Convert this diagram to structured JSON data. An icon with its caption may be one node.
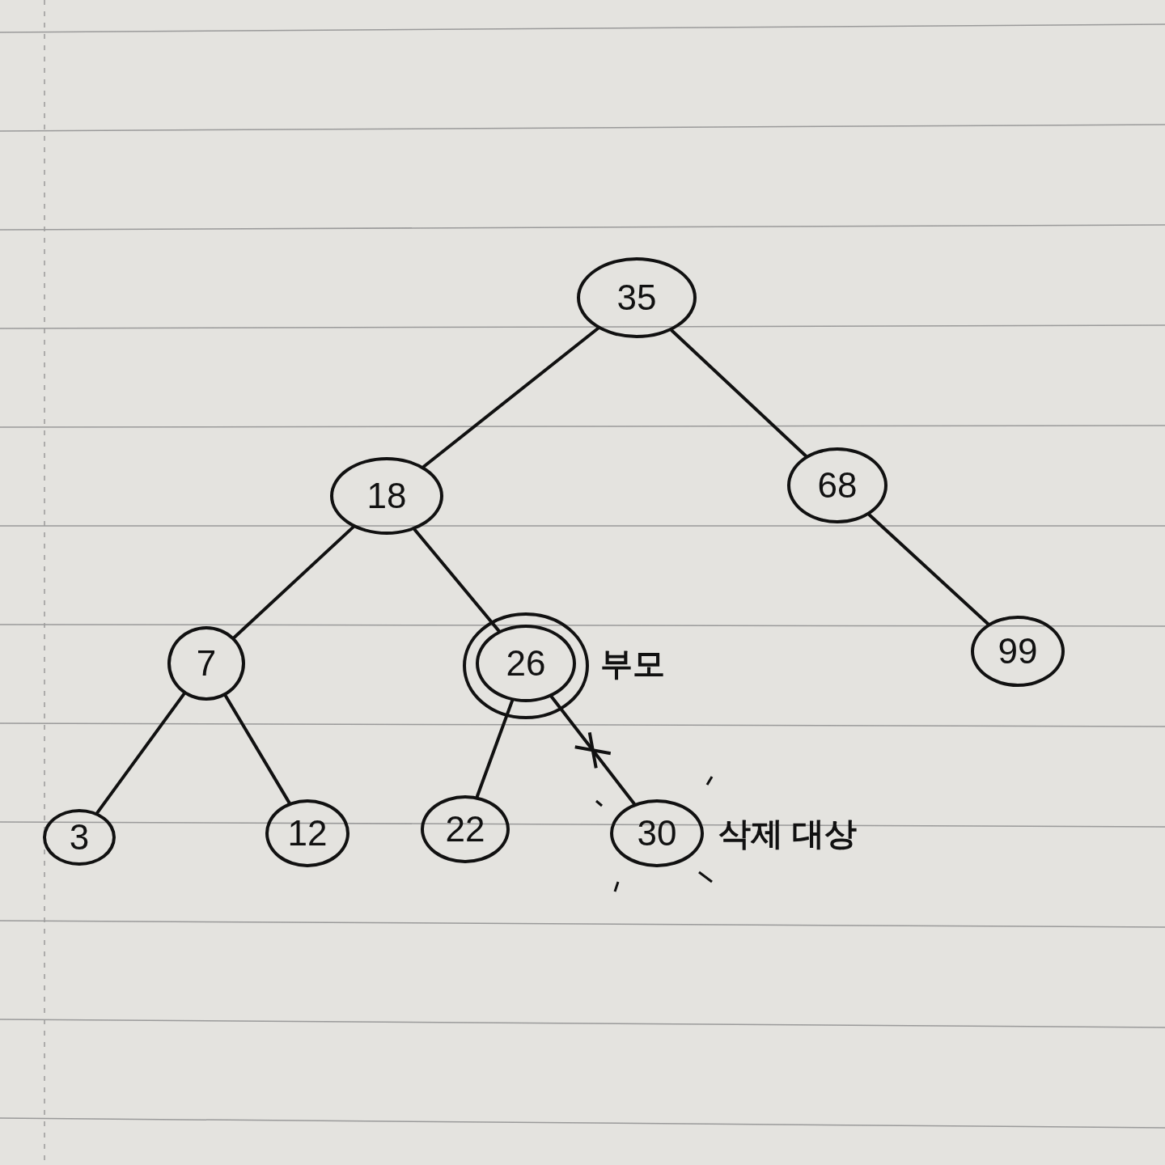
{
  "diagram": {
    "nodes": [
      {
        "text": [
          "35"
        ]
      },
      {
        "text": [
          "18"
        ]
      },
      {
        "text": [
          "68"
        ]
      },
      {
        "text": [
          "7"
        ]
      },
      {
        "text": [
          "26"
        ],
        "beside": [
          "부모"
        ]
      },
      {
        "text": [
          "99"
        ]
      },
      {
        "text": [
          "3"
        ]
      },
      {
        "text": [
          "12"
        ]
      },
      {
        "text": [
          "22"
        ]
      },
      {
        "text": [
          "30"
        ],
        "beside": [
          "삭제 대상"
        ]
      }
    ],
    "edges": [
      {
        "from": 0,
        "to": 1,
        "arrow": "none"
      },
      {
        "from": 0,
        "to": 2,
        "arrow": "none"
      },
      {
        "from": 1,
        "to": 3,
        "arrow": "none"
      },
      {
        "from": 1,
        "to": 4,
        "arrow": "none"
      },
      {
        "from": 2,
        "to": 5,
        "arrow": "none"
      },
      {
        "from": 3,
        "to": 6,
        "arrow": "none"
      },
      {
        "from": 3,
        "to": 7,
        "arrow": "none"
      },
      {
        "from": 4,
        "to": 8,
        "arrow": "none"
      },
      {
        "from": 4,
        "to": 9,
        "arrow": "none"
      }
    ]
  }
}
